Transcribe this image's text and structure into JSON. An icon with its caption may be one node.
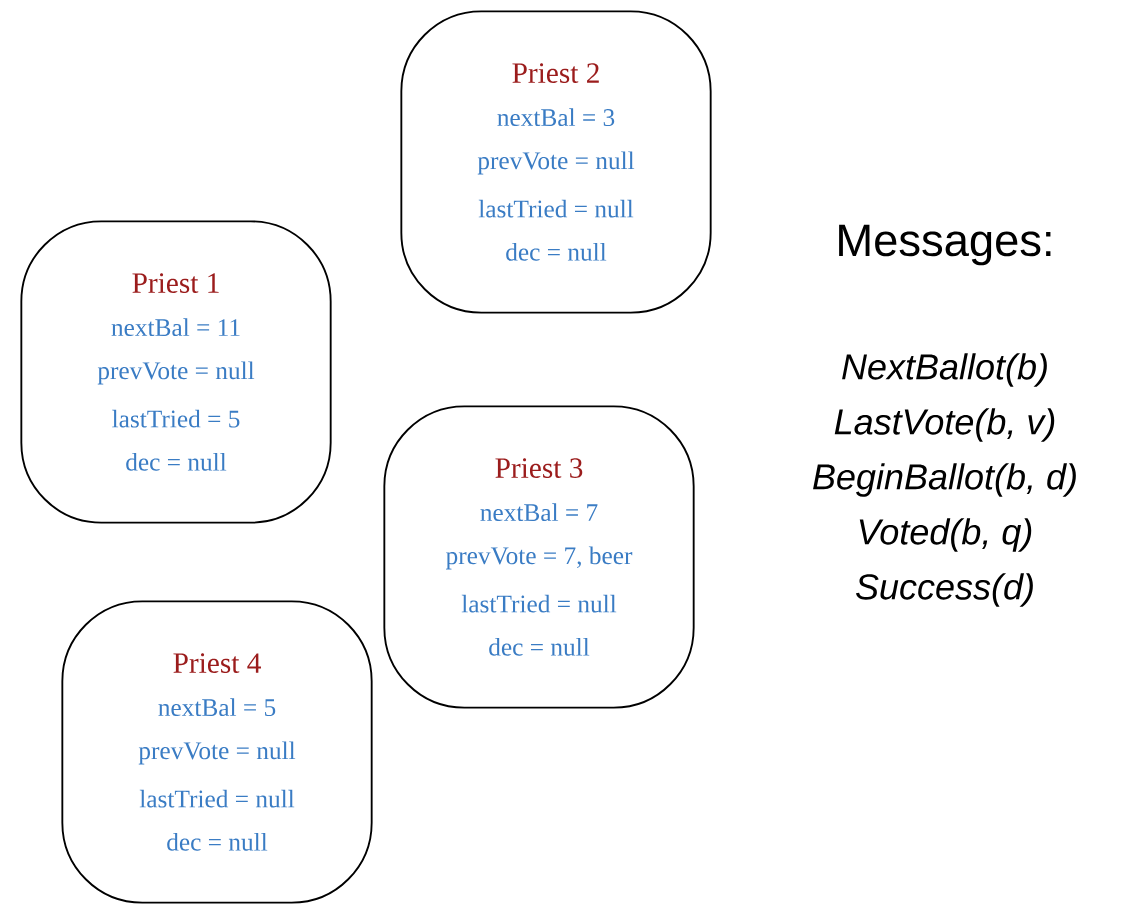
{
  "diagram": {
    "nodes": [
      {
        "text": [
          "Priest 2",
          "nextBal = 3",
          "prevVote = null",
          "lastTried = null",
          "dec = null"
        ]
      },
      {
        "text": [
          "Priest 1",
          "nextBal = 11",
          "prevVote = null",
          "lastTried = 5",
          "dec = null"
        ]
      },
      {
        "text": [
          "Priest 3",
          "nextBal = 7",
          "prevVote = 7, beer",
          "lastTried = null",
          "dec = null"
        ]
      },
      {
        "text": [
          "Priest 4",
          "nextBal = 5",
          "prevVote = null",
          "lastTried = null",
          "dec = null"
        ]
      }
    ],
    "labels": [
      "Messages:",
      "NextBallot(b)",
      "LastVote(b, v)",
      "BeginBallot(b, d)",
      "Voted(b, q)",
      "Success(d)"
    ]
  }
}
